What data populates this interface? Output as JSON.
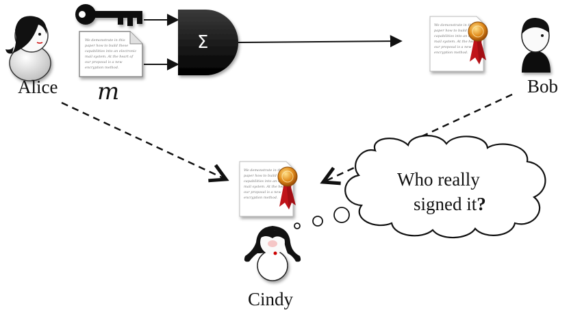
{
  "labels": {
    "alice": "Alice",
    "bob": "Bob",
    "cindy": "Cindy",
    "message": "m",
    "sign_gate": "Σ"
  },
  "thought_bubble": {
    "line1": "Who really",
    "line2": "signed it",
    "punct": "?"
  },
  "document_text": [
    "We demonstrate in this",
    "paper how to build these",
    "capabilities into an electronic",
    "mail system. At the heart of",
    "our proposal is a new",
    "encryption method."
  ],
  "icons": {
    "alice": "person-icon",
    "bob": "person-icon",
    "cindy": "person-icon",
    "key": "key-icon",
    "message": "document-icon",
    "gate": "and-gate-icon",
    "certificate": "certificate-icon"
  }
}
